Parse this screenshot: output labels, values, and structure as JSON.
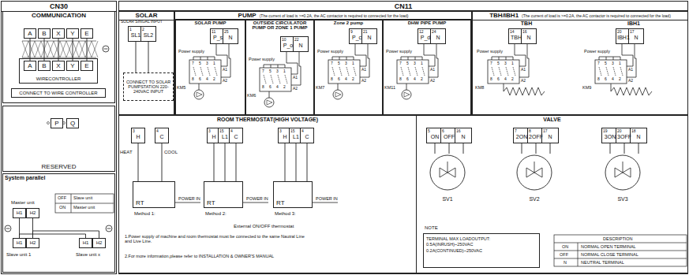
{
  "diagram": {
    "nodes": [
      {
        "text": [
          "CN30"
        ]
      },
      {
        "text": [
          "COMMUNICATION"
        ],
        "in": 0
      },
      {
        "text": [
          "A"
        ],
        "in": 1
      },
      {
        "text": [
          "B"
        ],
        "in": 1
      },
      {
        "text": [
          "X"
        ],
        "in": 1
      },
      {
        "text": [
          "Y"
        ],
        "in": 1
      },
      {
        "text": [
          "E"
        ],
        "in": 1
      },
      {
        "text": [
          "WIRECONTROLLER"
        ],
        "in": 1
      },
      {
        "text": [
          "A"
        ],
        "in": 7
      },
      {
        "text": [
          "B"
        ],
        "in": 7
      },
      {
        "text": [
          "X"
        ],
        "in": 7
      },
      {
        "text": [
          "Y"
        ],
        "in": 7
      },
      {
        "text": [
          "E"
        ],
        "in": 7
      },
      {
        "text": [
          "CONNECT TO WIRE CONTROLLER"
        ],
        "in": 1
      },
      {
        "text": [
          "RESERVED"
        ],
        "in": 0
      },
      {
        "text": [
          "P"
        ],
        "in": 14
      },
      {
        "text": [
          "Q"
        ],
        "in": 14
      },
      {
        "text": [
          "System parallel"
        ],
        "in": 0
      },
      {
        "text": [
          "H1"
        ],
        "in": 17
      },
      {
        "text": [
          "H2"
        ],
        "in": 17
      },
      {
        "text": [
          "H1"
        ],
        "in": 17
      },
      {
        "text": [
          "H2"
        ],
        "in": 17
      },
      {
        "text": [
          "H1"
        ],
        "in": 17
      },
      {
        "text": [
          "H2"
        ],
        "in": 17
      },
      {
        "text": [
          "CN11"
        ]
      },
      {
        "text": [
          "SOLAR"
        ],
        "in": 24
      },
      {
        "text": [
          "1",
          "SL1"
        ],
        "in": 25
      },
      {
        "text": [
          "2",
          "SL2"
        ],
        "in": 25
      },
      {
        "text": [
          "CONNECT TO SOLAR PUMPSTATION 220-240VAC INPUT"
        ],
        "in": 25
      },
      {
        "text": [
          "PUMP",
          "(The current of load is >=0.2A, the AC contactor is required to connected for the load)"
        ],
        "in": 24
      },
      {
        "text": [
          "SOLAR PUMP"
        ],
        "in": 29
      },
      {
        "text": [
          "11",
          "P_s"
        ],
        "in": 30
      },
      {
        "text": [
          "25",
          "N"
        ],
        "in": 30
      },
      {
        "text": [
          "OUTSIDE CIRCULATOR PUMP OR ZONE 1 PUMP"
        ],
        "in": 29
      },
      {
        "text": [
          "10",
          "P_o"
        ],
        "in": 33
      },
      {
        "text": [
          "22",
          "N"
        ],
        "in": 33
      },
      {
        "text": [
          "Zone 2 pump"
        ],
        "in": 29
      },
      {
        "text": [
          "9",
          "P_c"
        ],
        "in": 36
      },
      {
        "text": [
          "21",
          "N"
        ],
        "in": 36
      },
      {
        "text": [
          "DHW PIPE PUMP"
        ],
        "in": 29
      },
      {
        "text": [
          "12",
          "P_d"
        ],
        "in": 39
      },
      {
        "text": [
          "24",
          "N"
        ],
        "in": 39
      },
      {
        "text": [
          "TBH/IBH1",
          "(The current of load is >=0.2A, the AC contactor is required to connected for the load)"
        ],
        "in": 24
      },
      {
        "text": [
          "TBH"
        ],
        "in": 42
      },
      {
        "text": [
          "14",
          "TBH"
        ],
        "in": 43
      },
      {
        "text": [
          "16",
          "N"
        ],
        "in": 43
      },
      {
        "text": [
          "IBH1"
        ],
        "in": 42
      },
      {
        "text": [
          "20",
          "IBH1"
        ],
        "in": 46
      },
      {
        "text": [
          "17",
          "N"
        ],
        "in": 46
      },
      {
        "text": [
          "ROOM THERMOSTAT(HIGH VOLTAGE)"
        ],
        "in": 24
      },
      {
        "text": [
          "3",
          "H"
        ],
        "in": 49
      },
      {
        "text": [
          "4",
          "C"
        ],
        "in": 49
      },
      {
        "text": [
          "RT"
        ],
        "in": 49
      },
      {
        "text": [
          "3",
          "H"
        ],
        "in": 49
      },
      {
        "text": [
          "15",
          "L1"
        ],
        "in": 49
      },
      {
        "text": [
          "4",
          "C"
        ],
        "in": 49
      },
      {
        "text": [
          "RT"
        ],
        "in": 49
      },
      {
        "text": [
          "3",
          "H"
        ],
        "in": 49
      },
      {
        "text": [
          "15",
          "L1"
        ],
        "in": 49
      },
      {
        "text": [
          "4",
          "C"
        ],
        "in": 49
      },
      {
        "text": [
          "RT"
        ],
        "in": 49
      },
      {
        "text": [
          "VALVE"
        ],
        "in": 24
      },
      {
        "text": [
          "5",
          "ON"
        ],
        "in": 61
      },
      {
        "text": [
          "6",
          "OFF"
        ],
        "in": 61
      },
      {
        "text": [
          "16",
          "N"
        ],
        "in": 61
      },
      {
        "text": [
          "SV1"
        ],
        "in": 61
      },
      {
        "text": [
          "7",
          "2ON"
        ],
        "in": 61
      },
      {
        "text": [
          "8",
          "2OFF"
        ],
        "in": 61
      },
      {
        "text": [
          "17",
          "N"
        ],
        "in": 61
      },
      {
        "text": [
          "SV2"
        ],
        "in": 61
      },
      {
        "text": [
          "19",
          "3ON"
        ],
        "in": 61
      },
      {
        "text": [
          "20",
          "3OFF"
        ],
        "in": 61
      },
      {
        "text": [
          "18",
          "N"
        ],
        "in": 61
      },
      {
        "text": [
          "SV3"
        ],
        "in": 61
      },
      {
        "text": [
          "TERMINAL MAX LOADOUTPUT:",
          "0.5A(INRUSH)~250VAC",
          "0.2A(CONTINUED)~250VAC"
        ],
        "in": 61
      }
    ],
    "edges": [
      {
        "from": 2,
        "to": 8,
        "arrow": "none"
      },
      {
        "from": 3,
        "to": 9,
        "arrow": "none"
      },
      {
        "from": 4,
        "to": 10,
        "arrow": "none"
      },
      {
        "from": 5,
        "to": 11,
        "arrow": "none"
      },
      {
        "from": 6,
        "to": 12,
        "arrow": "none"
      },
      {
        "from": 18,
        "to": 20,
        "arrow": "none"
      },
      {
        "from": 19,
        "to": 21,
        "arrow": "none"
      },
      {
        "from": 20,
        "to": 22,
        "arrow": "none"
      },
      {
        "from": 21,
        "to": 23,
        "arrow": "none"
      },
      {
        "from": 26,
        "to": 28,
        "arrow": "none"
      },
      {
        "from": 27,
        "to": 28,
        "arrow": "none"
      },
      {
        "from": 50,
        "to": 52,
        "arrow": "none"
      },
      {
        "from": 51,
        "to": 52,
        "arrow": "none"
      },
      {
        "from": 53,
        "to": 56,
        "arrow": "none"
      },
      {
        "from": 54,
        "to": 56,
        "arrow": "none"
      },
      {
        "from": 55,
        "to": 56,
        "arrow": "none"
      },
      {
        "from": 57,
        "to": 60,
        "arrow": "none"
      },
      {
        "from": 58,
        "to": 60,
        "arrow": "none"
      },
      {
        "from": 59,
        "to": 60,
        "arrow": "none"
      },
      {
        "from": 62,
        "to": 65,
        "arrow": "none"
      },
      {
        "from": 63,
        "to": 65,
        "arrow": "none"
      },
      {
        "from": 64,
        "to": 65,
        "arrow": "none"
      },
      {
        "from": 66,
        "to": 69,
        "arrow": "none"
      },
      {
        "from": 67,
        "to": 69,
        "arrow": "none"
      },
      {
        "from": 68,
        "to": 69,
        "arrow": "none"
      },
      {
        "from": 70,
        "to": 73,
        "arrow": "none"
      },
      {
        "from": 71,
        "to": 73,
        "arrow": "none"
      },
      {
        "from": 72,
        "to": 73,
        "arrow": "none"
      }
    ],
    "labels": [
      "SOLAR SINGAL INPUT",
      "Power supply",
      "7",
      "5",
      "3",
      "1",
      "8",
      "6",
      "4",
      "2",
      "A1",
      "A2",
      "KM5",
      "Power supply",
      "7",
      "5",
      "3",
      "1",
      "8",
      "6",
      "4",
      "2",
      "A1",
      "A2",
      "KM6",
      "Power supply",
      "7",
      "5",
      "3",
      "1",
      "8",
      "6",
      "4",
      "2",
      "A1",
      "A2",
      "KM7",
      "Power supply",
      "7",
      "5",
      "3",
      "1",
      "8",
      "6",
      "4",
      "2",
      "A1",
      "A2",
      "KM11",
      "Power supply",
      "7",
      "5",
      "3",
      "1",
      "8",
      "6",
      "4",
      "2",
      "A1",
      "A2",
      "KM8",
      "Power supply",
      "7",
      "5",
      "3",
      "1",
      "8",
      "6",
      "4",
      "2",
      "A1",
      "A2",
      "KM9",
      "Master unit",
      "Slave unit 1",
      "Slave unit x",
      "OFF",
      "Slave unit",
      "ON",
      "Master unit",
      "HEAT",
      "COOL",
      "POWER IN",
      "POWER IN",
      "POWER IN",
      "Method 1:",
      "Method 2:",
      "Method 3:",
      "External ON/OFF thermostat",
      "1.Power supply of machine and room thermostat must be connected to the same Nautral Line and Live Line.",
      "2.For more information,please refer to INSTALLATION & OWNER'S MANUAL",
      "NOTE",
      "DESCRIPTION",
      "ON",
      "NORMAL OPEN TERMINAL",
      "OFF",
      "NORMAL CLOSE TERMINAL",
      "N",
      "NEUTRAL TERMINAL"
    ]
  }
}
